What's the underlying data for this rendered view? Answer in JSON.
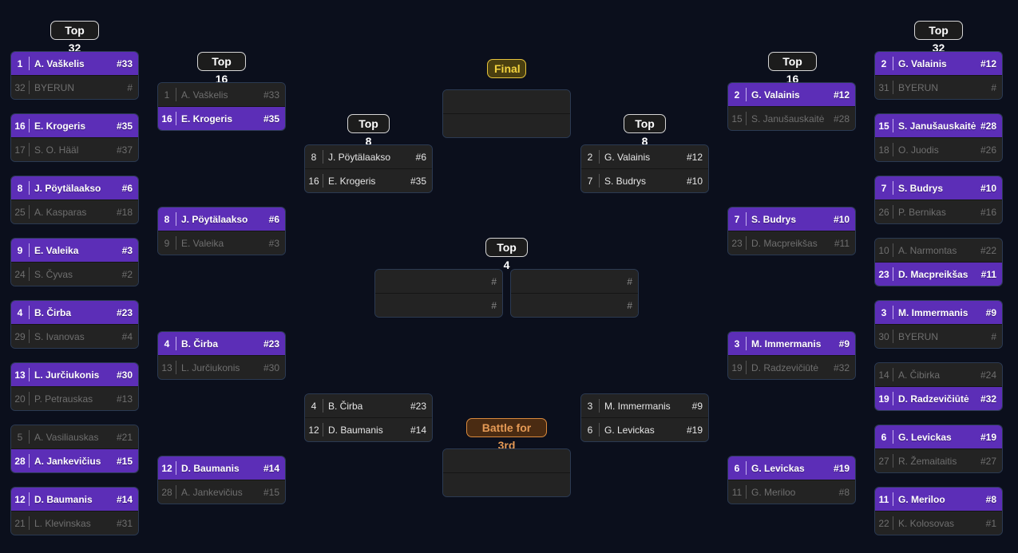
{
  "round_labels": {
    "top32": "Top 32",
    "top16": "Top 16",
    "top8": "Top 8",
    "top4": "Top 4",
    "final": "Final",
    "third": "Battle for 3rd"
  },
  "colors": {
    "background": "#0b0f1c",
    "winner": "#5c2eb7",
    "slot": "#232323",
    "final_label": "#f2d23f",
    "third_label": "#e59a55"
  },
  "left_top32": [
    {
      "top": {
        "seed": "1",
        "name": "A. Vaškelis",
        "rank": "#33",
        "win": true
      },
      "bottom": {
        "seed": "32",
        "name": "BYERUN",
        "rank": "#",
        "win": false
      }
    },
    {
      "top": {
        "seed": "16",
        "name": "E. Krogeris",
        "rank": "#35",
        "win": true
      },
      "bottom": {
        "seed": "17",
        "name": "S. O. Hääl",
        "rank": "#37",
        "win": false
      }
    },
    {
      "top": {
        "seed": "8",
        "name": "J. Pöytälaakso",
        "rank": "#6",
        "win": true
      },
      "bottom": {
        "seed": "25",
        "name": "A. Kasparas",
        "rank": "#18",
        "win": false
      }
    },
    {
      "top": {
        "seed": "9",
        "name": "E. Valeika",
        "rank": "#3",
        "win": true
      },
      "bottom": {
        "seed": "24",
        "name": "S. Čyvas",
        "rank": "#2",
        "win": false
      }
    },
    {
      "top": {
        "seed": "4",
        "name": "B. Čirba",
        "rank": "#23",
        "win": true
      },
      "bottom": {
        "seed": "29",
        "name": "S. Ivanovas",
        "rank": "#4",
        "win": false
      }
    },
    {
      "top": {
        "seed": "13",
        "name": "L. Jurčiukonis",
        "rank": "#30",
        "win": true
      },
      "bottom": {
        "seed": "20",
        "name": "P. Petrauskas",
        "rank": "#13",
        "win": false
      }
    },
    {
      "top": {
        "seed": "5",
        "name": "A. Vasiliauskas",
        "rank": "#21",
        "win": false
      },
      "bottom": {
        "seed": "28",
        "name": "A. Jankevičius",
        "rank": "#15",
        "win": true
      }
    },
    {
      "top": {
        "seed": "12",
        "name": "D. Baumanis",
        "rank": "#14",
        "win": true
      },
      "bottom": {
        "seed": "21",
        "name": "L. Klevinskas",
        "rank": "#31",
        "win": false
      }
    }
  ],
  "left_top16": [
    {
      "top": {
        "seed": "1",
        "name": "A. Vaškelis",
        "rank": "#33",
        "win": false
      },
      "bottom": {
        "seed": "16",
        "name": "E. Krogeris",
        "rank": "#35",
        "win": true
      }
    },
    {
      "top": {
        "seed": "8",
        "name": "J. Pöytälaakso",
        "rank": "#6",
        "win": true
      },
      "bottom": {
        "seed": "9",
        "name": "E. Valeika",
        "rank": "#3",
        "win": false
      }
    },
    {
      "top": {
        "seed": "4",
        "name": "B. Čirba",
        "rank": "#23",
        "win": true
      },
      "bottom": {
        "seed": "13",
        "name": "L. Jurčiukonis",
        "rank": "#30",
        "win": false
      }
    },
    {
      "top": {
        "seed": "12",
        "name": "D. Baumanis",
        "rank": "#14",
        "win": true
      },
      "bottom": {
        "seed": "28",
        "name": "A. Jankevičius",
        "rank": "#15",
        "win": false
      }
    }
  ],
  "left_top8": [
    {
      "top": {
        "seed": "8",
        "name": "J. Pöytälaakso",
        "rank": "#6",
        "win": false,
        "normal": true
      },
      "bottom": {
        "seed": "16",
        "name": "E. Krogeris",
        "rank": "#35",
        "win": false,
        "normal": true
      }
    },
    {
      "top": {
        "seed": "4",
        "name": "B. Čirba",
        "rank": "#23",
        "win": false,
        "normal": true
      },
      "bottom": {
        "seed": "12",
        "name": "D. Baumanis",
        "rank": "#14",
        "win": false,
        "normal": true
      }
    }
  ],
  "right_top8": [
    {
      "top": {
        "seed": "2",
        "name": "G. Valainis",
        "rank": "#12",
        "win": false,
        "normal": true
      },
      "bottom": {
        "seed": "7",
        "name": "S. Budrys",
        "rank": "#10",
        "win": false,
        "normal": true
      }
    },
    {
      "top": {
        "seed": "3",
        "name": "M. Immermanis",
        "rank": "#9",
        "win": false,
        "normal": true
      },
      "bottom": {
        "seed": "6",
        "name": "G. Levickas",
        "rank": "#19",
        "win": false,
        "normal": true
      }
    }
  ],
  "right_top16": [
    {
      "top": {
        "seed": "2",
        "name": "G. Valainis",
        "rank": "#12",
        "win": true
      },
      "bottom": {
        "seed": "15",
        "name": "S. Janušauskaitė",
        "rank": "#28",
        "win": false
      }
    },
    {
      "top": {
        "seed": "7",
        "name": "S. Budrys",
        "rank": "#10",
        "win": true
      },
      "bottom": {
        "seed": "23",
        "name": "D. Macpreikšas",
        "rank": "#11",
        "win": false
      }
    },
    {
      "top": {
        "seed": "3",
        "name": "M. Immermanis",
        "rank": "#9",
        "win": true
      },
      "bottom": {
        "seed": "19",
        "name": "D. Radzevičiūtė",
        "rank": "#32",
        "win": false
      }
    },
    {
      "top": {
        "seed": "6",
        "name": "G. Levickas",
        "rank": "#19",
        "win": true
      },
      "bottom": {
        "seed": "11",
        "name": "G. Meriloo",
        "rank": "#8",
        "win": false
      }
    }
  ],
  "right_top32": [
    {
      "top": {
        "seed": "2",
        "name": "G. Valainis",
        "rank": "#12",
        "win": true
      },
      "bottom": {
        "seed": "31",
        "name": "BYERUN",
        "rank": "#",
        "win": false
      }
    },
    {
      "top": {
        "seed": "15",
        "name": "S. Janušauskaitė",
        "rank": "#28",
        "win": true
      },
      "bottom": {
        "seed": "18",
        "name": "O. Juodis",
        "rank": "#26",
        "win": false
      }
    },
    {
      "top": {
        "seed": "7",
        "name": "S. Budrys",
        "rank": "#10",
        "win": true
      },
      "bottom": {
        "seed": "26",
        "name": "P. Bernikas",
        "rank": "#16",
        "win": false
      }
    },
    {
      "top": {
        "seed": "10",
        "name": "A. Narmontas",
        "rank": "#22",
        "win": false
      },
      "bottom": {
        "seed": "23",
        "name": "D. Macpreikšas",
        "rank": "#11",
        "win": true
      }
    },
    {
      "top": {
        "seed": "3",
        "name": "M. Immermanis",
        "rank": "#9",
        "win": true
      },
      "bottom": {
        "seed": "30",
        "name": "BYERUN",
        "rank": "#",
        "win": false
      }
    },
    {
      "top": {
        "seed": "14",
        "name": "A. Čibirka",
        "rank": "#24",
        "win": false
      },
      "bottom": {
        "seed": "19",
        "name": "D. Radzevičiūtė",
        "rank": "#32",
        "win": true
      }
    },
    {
      "top": {
        "seed": "6",
        "name": "G. Levickas",
        "rank": "#19",
        "win": true
      },
      "bottom": {
        "seed": "27",
        "name": "R. Žemaitaitis",
        "rank": "#27",
        "win": false
      }
    },
    {
      "top": {
        "seed": "11",
        "name": "G. Meriloo",
        "rank": "#8",
        "win": true
      },
      "bottom": {
        "seed": "22",
        "name": "K. Kolosovas",
        "rank": "#1",
        "win": false
      }
    }
  ],
  "top4": [
    {
      "top": {
        "seed": "",
        "name": "",
        "rank": "#",
        "win": false,
        "empty": true
      },
      "bottom": {
        "seed": "",
        "name": "",
        "rank": "#",
        "win": false,
        "empty": true
      }
    },
    {
      "top": {
        "seed": "",
        "name": "",
        "rank": "#",
        "win": false,
        "empty": true
      },
      "bottom": {
        "seed": "",
        "name": "",
        "rank": "#",
        "win": false,
        "empty": true
      }
    }
  ],
  "final": [
    {
      "top": {
        "seed": "",
        "name": "",
        "rank": "",
        "win": false,
        "empty": true
      },
      "bottom": {
        "seed": "",
        "name": "",
        "rank": "",
        "win": false,
        "empty": true
      }
    }
  ],
  "third": [
    {
      "top": {
        "seed": "",
        "name": "",
        "rank": "",
        "win": false,
        "empty": true
      },
      "bottom": {
        "seed": "",
        "name": "",
        "rank": "",
        "win": false,
        "empty": true
      }
    }
  ]
}
